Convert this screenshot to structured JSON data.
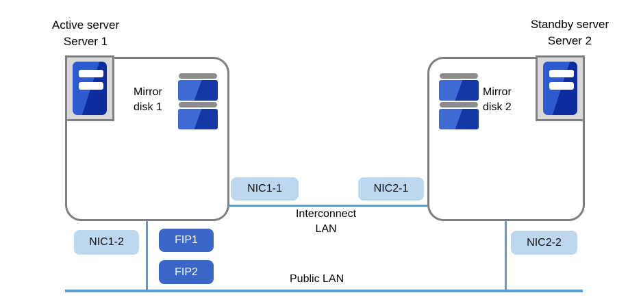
{
  "server1": {
    "role": "Active server",
    "name": "Server 1"
  },
  "server2": {
    "role": "Standby server",
    "name": "Server 2"
  },
  "labels": {
    "mirror_disk1": "Mirror\ndisk 1",
    "mirror_disk2": "Mirror\ndisk 2",
    "interconnect_lan": "Interconnect\nLAN",
    "public_lan": "Public LAN"
  },
  "badges": {
    "nic1_1": "NIC1-1",
    "nic1_2": "NIC1-2",
    "nic2_1": "NIC2-1",
    "nic2_2": "NIC2-2",
    "fip1": "FIP1",
    "fip2": "FIP2"
  },
  "colors": {
    "nic_badge_bg": "#BDD7EE",
    "fip_badge_bg": "#3A66C9",
    "lan_line_blue": "#5B9BD5",
    "box_border_gray": "#7F7F7F",
    "icon_frame_gray": "#808080",
    "icon_frame_fill": "#D9D9D9",
    "icon_blue": "#2E5ACF",
    "icon_blue_dark": "#0D2C9E",
    "disk_cap_gray": "#8C8C8C"
  }
}
